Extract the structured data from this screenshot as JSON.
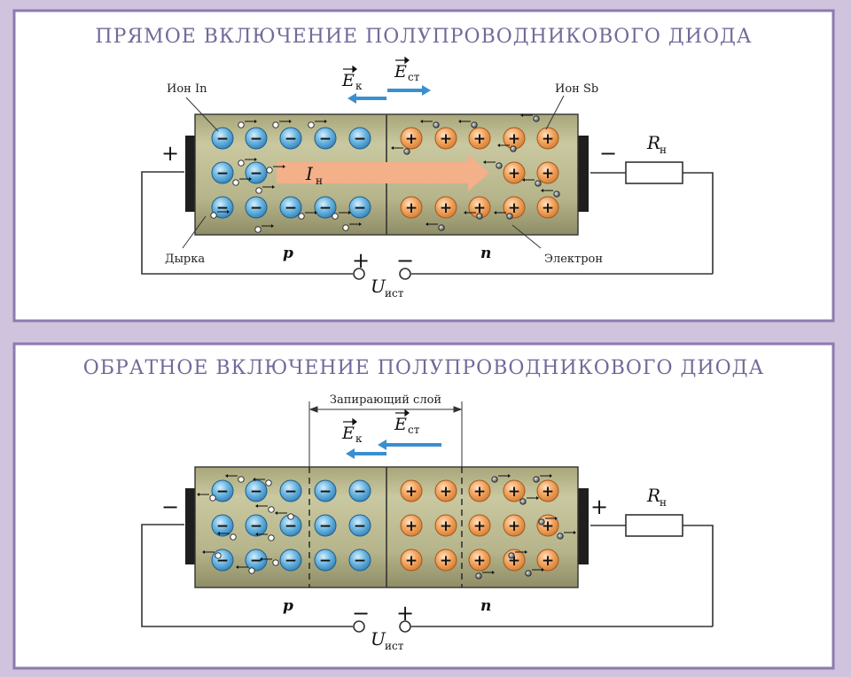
{
  "panels": [
    {
      "title": "ПРЯМОЕ ВКЛЮЧЕНИЕ ПОЛУПРОВОДНИКОВОГО ДИОДА",
      "labels": {
        "ion_in": "Ион In",
        "ion_sb": "Ион Sb",
        "hole": "Дырка",
        "electron": "Электрон",
        "p": "p",
        "n": "n",
        "current_main": "I",
        "current_sub": "н",
        "resistor_main": "R",
        "resistor_sub": "н",
        "source_main": "U",
        "source_sub": "ист",
        "field_k_main": "E",
        "field_k_sub": "к",
        "field_st_main": "E",
        "field_st_sub": "ст",
        "left_terminal": "+",
        "right_terminal": "−",
        "source_left": "+",
        "source_right": "−"
      }
    },
    {
      "title": "ОБРАТНОЕ ВКЛЮЧЕНИЕ ПОЛУПРОВОДНИКОВОГО ДИОДА",
      "labels": {
        "barrier": "Запирающий слой",
        "p": "p",
        "n": "n",
        "resistor_main": "R",
        "resistor_sub": "н",
        "source_main": "U",
        "source_sub": "ист",
        "field_k_main": "E",
        "field_k_sub": "к",
        "field_st_main": "E",
        "field_st_sub": "ст",
        "left_terminal": "−",
        "right_terminal": "+",
        "source_left": "−",
        "source_right": "+"
      }
    }
  ],
  "ions": {
    "acceptor_sign": "−",
    "donor_sign": "+"
  },
  "colors": {
    "background": "#cfc3dd",
    "frame": "#8d7ab0",
    "crystal": "#b9b88e",
    "acceptor_ion": "#5aa9d6",
    "donor_ion": "#f2a15c",
    "current_arrow": "#f4b089",
    "field_arrow": "#3a8fd0"
  }
}
